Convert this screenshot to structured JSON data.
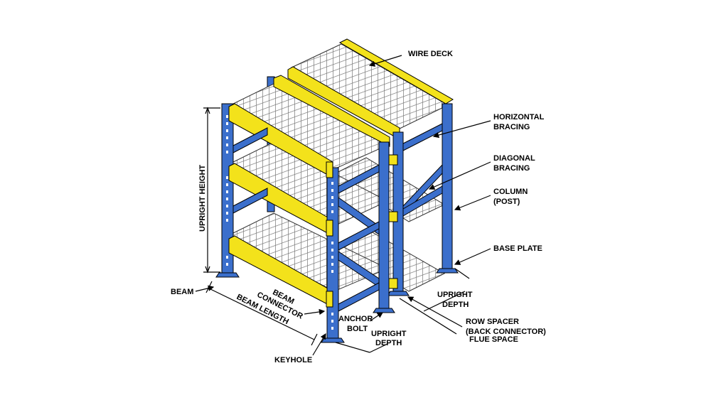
{
  "colors": {
    "upright": "#3b6fcc",
    "upright_dark": "#1e3f87",
    "beam": "#f3e21b",
    "beam_dark": "#b9a80d",
    "deck": "#8a8a8a",
    "line": "#000000"
  },
  "labels": {
    "wire_deck": "WIRE DECK",
    "horizontal_bracing": [
      "HORIZONTAL",
      "BRACING"
    ],
    "diagonal_bracing": [
      "DIAGONAL",
      "BRACING"
    ],
    "column": [
      "COLUMN",
      "(POST)"
    ],
    "base_plate": "BASE PLATE",
    "upright_depth_right": [
      "UPRIGHT",
      "DEPTH"
    ],
    "row_spacer": [
      "ROW SPACER",
      "(BACK CONNECTOR)"
    ],
    "flue_space": "FLUE SPACE",
    "beam": "BEAM",
    "beam_connector": [
      "BEAM",
      "CONNECTOR"
    ],
    "beam_length": "BEAM LENGTH",
    "anchor_bolt": [
      "ANCHOR",
      "BOLT"
    ],
    "upright_depth_front": [
      "UPRIGHT",
      "DEPTH"
    ],
    "keyhole": "KEYHOLE",
    "upright_height": "UPRIGHT HEIGHT"
  }
}
